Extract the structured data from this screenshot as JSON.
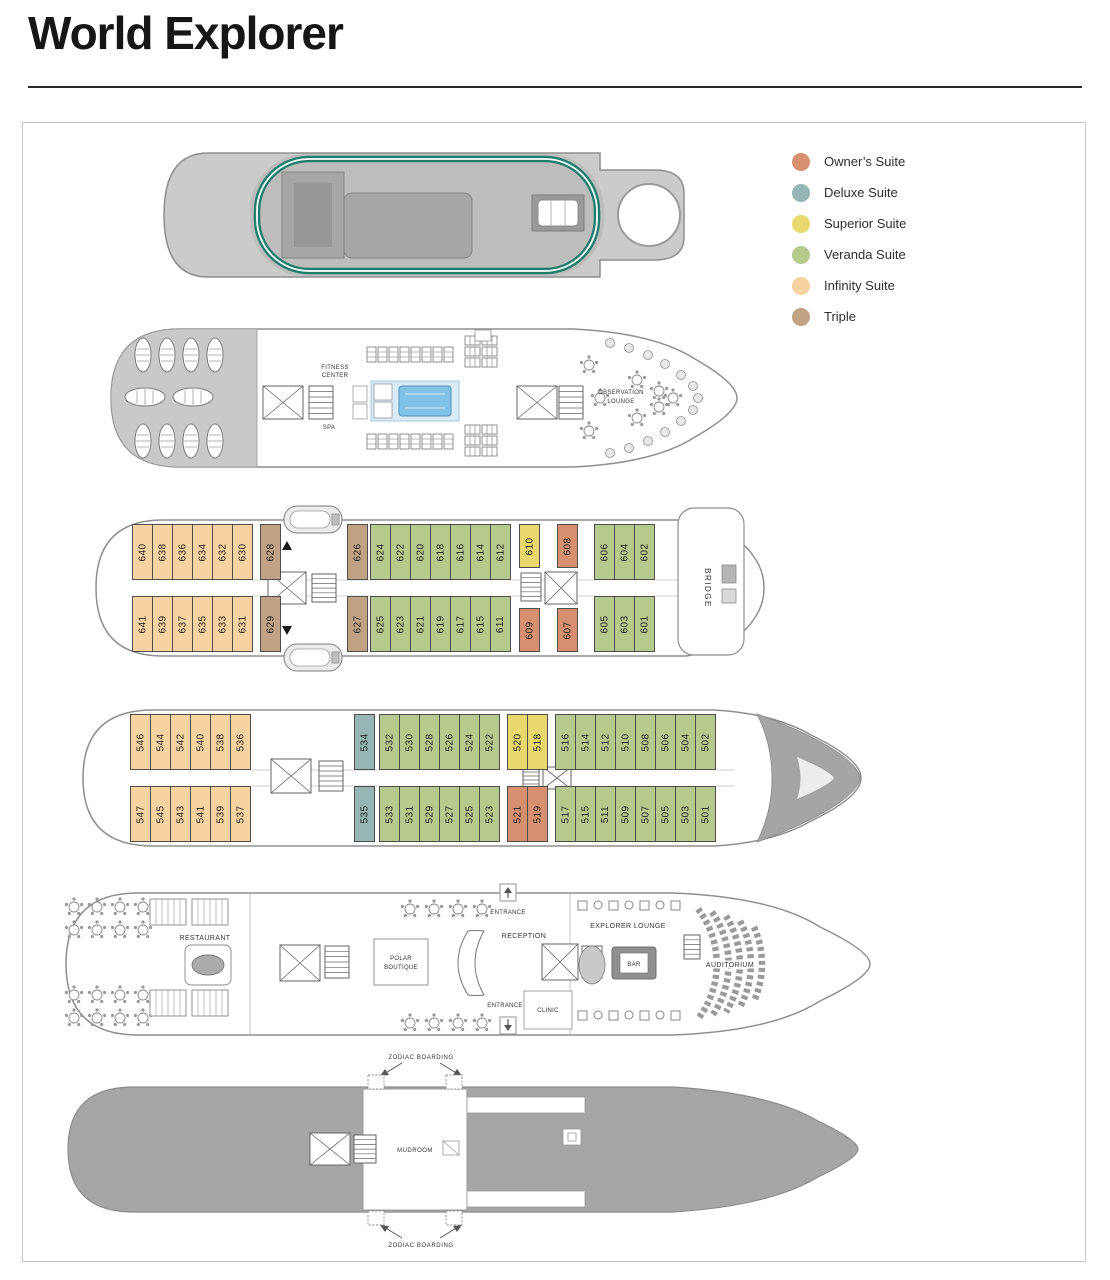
{
  "title": "World Explorer",
  "legend": [
    {
      "type": "owner",
      "label": "Owner’s Su­ite",
      "color": "#d6906f"
    },
    {
      "type": "deluxe",
      "label": "Deluxe Suite",
      "color": "#95b6b3"
    },
    {
      "type": "superior",
      "label": "Superior Suite",
      "color": "#e9d86e"
    },
    {
      "type": "veranda",
      "label": "Veranda Suite",
      "color": "#b7c98c"
    },
    {
      "type": "infinity",
      "label": "Infinity Suite",
      "color": "#f6d3a1"
    },
    {
      "type": "triple",
      "label": "Triple",
      "color": "#c1a284"
    }
  ],
  "labels": {
    "fitness_line1": "FITNESS",
    "fitness_line2": "CENTER",
    "spa": "SPA",
    "observation_line1": "OBSERVATION",
    "observation_line2": "LOUNGE",
    "bridge": "BRIDGE",
    "restaurant": "RESTAURANT",
    "polar_line1": "POLAR",
    "polar_line2": "BOUTIQUE",
    "reception": "RECEPTION",
    "entrance_top": "ENTRANCE",
    "entrance_bottom": "ENTRANCE",
    "clinic": "CLINIC",
    "explorer_lounge": "EXPLORER LOUNGE",
    "bar": "BAR",
    "auditorium": "AUDITORIUM",
    "mudroom": "MUDROOM",
    "zodiac_boarding_top": "ZODIAC BOARDING",
    "zodiac_boarding_bottom": "ZODIAC BOARDING"
  },
  "decks": {
    "deck6": {
      "top": [
        [
          {
            "n": "640",
            "t": "infinity"
          },
          {
            "n": "638",
            "t": "infinity"
          },
          {
            "n": "636",
            "t": "infinity"
          },
          {
            "n": "634",
            "t": "infinity"
          },
          {
            "n": "632",
            "t": "infinity"
          },
          {
            "n": "630",
            "t": "infinity"
          }
        ],
        [
          {
            "n": "628",
            "t": "triple"
          }
        ],
        [
          {
            "n": "626",
            "t": "triple"
          }
        ],
        [
          {
            "n": "624",
            "t": "veranda"
          },
          {
            "n": "622",
            "t": "veranda"
          },
          {
            "n": "620",
            "t": "veranda"
          },
          {
            "n": "618",
            "t": "veranda"
          },
          {
            "n": "616",
            "t": "veranda"
          },
          {
            "n": "614",
            "t": "veranda"
          },
          {
            "n": "612",
            "t": "veranda"
          }
        ],
        [
          {
            "n": "610",
            "t": "superior"
          }
        ],
        [
          {
            "n": "608",
            "t": "owner"
          }
        ],
        [
          {
            "n": "606",
            "t": "veranda"
          },
          {
            "n": "604",
            "t": "veranda"
          },
          {
            "n": "602",
            "t": "veranda"
          }
        ]
      ],
      "bottom": [
        [
          {
            "n": "641",
            "t": "infinity"
          },
          {
            "n": "639",
            "t": "infinity"
          },
          {
            "n": "637",
            "t": "infinity"
          },
          {
            "n": "635",
            "t": "infinity"
          },
          {
            "n": "633",
            "t": "infinity"
          },
          {
            "n": "631",
            "t": "infinity"
          }
        ],
        [
          {
            "n": "629",
            "t": "triple"
          }
        ],
        [
          {
            "n": "627",
            "t": "triple"
          }
        ],
        [
          {
            "n": "625",
            "t": "veranda"
          },
          {
            "n": "623",
            "t": "veranda"
          },
          {
            "n": "621",
            "t": "veranda"
          },
          {
            "n": "619",
            "t": "veranda"
          },
          {
            "n": "617",
            "t": "veranda"
          },
          {
            "n": "615",
            "t": "veranda"
          },
          {
            "n": "611",
            "t": "veranda"
          }
        ],
        [
          {
            "n": "609",
            "t": "owner"
          }
        ],
        [
          {
            "n": "607",
            "t": "owner"
          }
        ],
        [
          {
            "n": "605",
            "t": "veranda"
          },
          {
            "n": "603",
            "t": "veranda"
          },
          {
            "n": "601",
            "t": "veranda"
          }
        ]
      ]
    },
    "deck5": {
      "top": [
        [
          {
            "n": "546",
            "t": "infinity"
          },
          {
            "n": "544",
            "t": "infinity"
          },
          {
            "n": "542",
            "t": "infinity"
          },
          {
            "n": "540",
            "t": "infinity"
          },
          {
            "n": "538",
            "t": "infinity"
          },
          {
            "n": "536",
            "t": "infinity"
          }
        ],
        [
          {
            "n": "534",
            "t": "deluxe"
          }
        ],
        [
          {
            "n": "532",
            "t": "veranda"
          },
          {
            "n": "530",
            "t": "veranda"
          },
          {
            "n": "528",
            "t": "veranda"
          },
          {
            "n": "526",
            "t": "veranda"
          },
          {
            "n": "524",
            "t": "veranda"
          },
          {
            "n": "522",
            "t": "veranda"
          }
        ],
        [
          {
            "n": "520",
            "t": "superior"
          },
          {
            "n": "518",
            "t": "superior"
          }
        ],
        [
          {
            "n": "516",
            "t": "veranda"
          },
          {
            "n": "514",
            "t": "veranda"
          },
          {
            "n": "512",
            "t": "veranda"
          },
          {
            "n": "510",
            "t": "veranda"
          },
          {
            "n": "508",
            "t": "veranda"
          },
          {
            "n": "506",
            "t": "veranda"
          },
          {
            "n": "504",
            "t": "veranda"
          },
          {
            "n": "502",
            "t": "veranda"
          }
        ]
      ],
      "bottom": [
        [
          {
            "n": "547",
            "t": "infinity"
          },
          {
            "n": "545",
            "t": "infinity"
          },
          {
            "n": "543",
            "t": "infinity"
          },
          {
            "n": "541",
            "t": "infinity"
          },
          {
            "n": "539",
            "t": "infinity"
          },
          {
            "n": "537",
            "t": "infinity"
          }
        ],
        [
          {
            "n": "535",
            "t": "deluxe"
          }
        ],
        [
          {
            "n": "533",
            "t": "veranda"
          },
          {
            "n": "531",
            "t": "veranda"
          },
          {
            "n": "529",
            "t": "veranda"
          },
          {
            "n": "527",
            "t": "veranda"
          },
          {
            "n": "525",
            "t": "veranda"
          },
          {
            "n": "523",
            "t": "veranda"
          }
        ],
        [
          {
            "n": "521",
            "t": "owner"
          },
          {
            "n": "519",
            "t": "owner"
          }
        ],
        [
          {
            "n": "517",
            "t": "veranda"
          },
          {
            "n": "515",
            "t": "veranda"
          },
          {
            "n": "511",
            "t": "veranda"
          },
          {
            "n": "509",
            "t": "veranda"
          },
          {
            "n": "507",
            "t": "veranda"
          },
          {
            "n": "505",
            "t": "veranda"
          },
          {
            "n": "503",
            "t": "veranda"
          },
          {
            "n": "501",
            "t": "veranda"
          }
        ]
      ]
    }
  }
}
